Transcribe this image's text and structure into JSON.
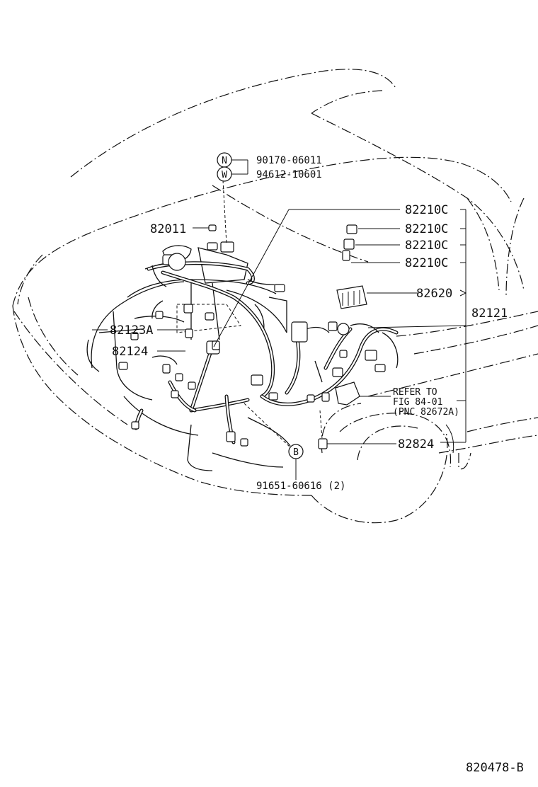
{
  "diagram": {
    "figure_code": "820478-B",
    "callouts": [
      {
        "id": "n",
        "symbol": "N",
        "part": "90170-06011"
      },
      {
        "id": "w",
        "symbol": "W",
        "part": "94612-10601"
      },
      {
        "id": "b",
        "symbol": "B",
        "part": "91651-60616 (2)"
      }
    ],
    "labels": {
      "p82011": "82011",
      "p82210c_1": "82210C",
      "p82210c_2": "82210C",
      "p82210c_3": "82210C",
      "p82210c_4": "82210C",
      "p82620": "82620",
      "p82121": "82121",
      "p82123a": "82123A",
      "p82124": "82124",
      "p82824": "82824"
    },
    "refer_note": {
      "line1": "REFER TO",
      "line2": "FIG 84-01",
      "line3": "(PNC 82672A)"
    }
  }
}
